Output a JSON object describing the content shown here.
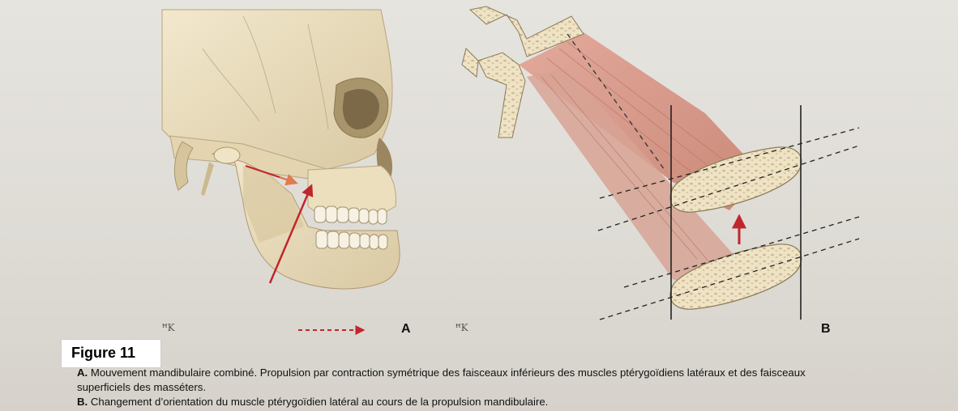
{
  "figure_tag": "Figure 11",
  "panel_a_label": "A",
  "panel_b_label": "B",
  "caption_a": {
    "letter": "A.",
    "text_line1": "Mouvement mandibulaire combiné. Propulsion par contraction symétrique des faisceaux inférieurs des muscles ptérygoïdiens latéraux et des faisceaux",
    "text_line2": "superficiels des masséters."
  },
  "caption_b": {
    "letter": "B.",
    "text": "Changement d’orientation du muscle ptérygoïdien latéral au cours de la propulsion mandibulaire."
  },
  "colors": {
    "arrow_red": "#c0262d",
    "bone": "#ede1c2",
    "muscle": "#d99585"
  }
}
